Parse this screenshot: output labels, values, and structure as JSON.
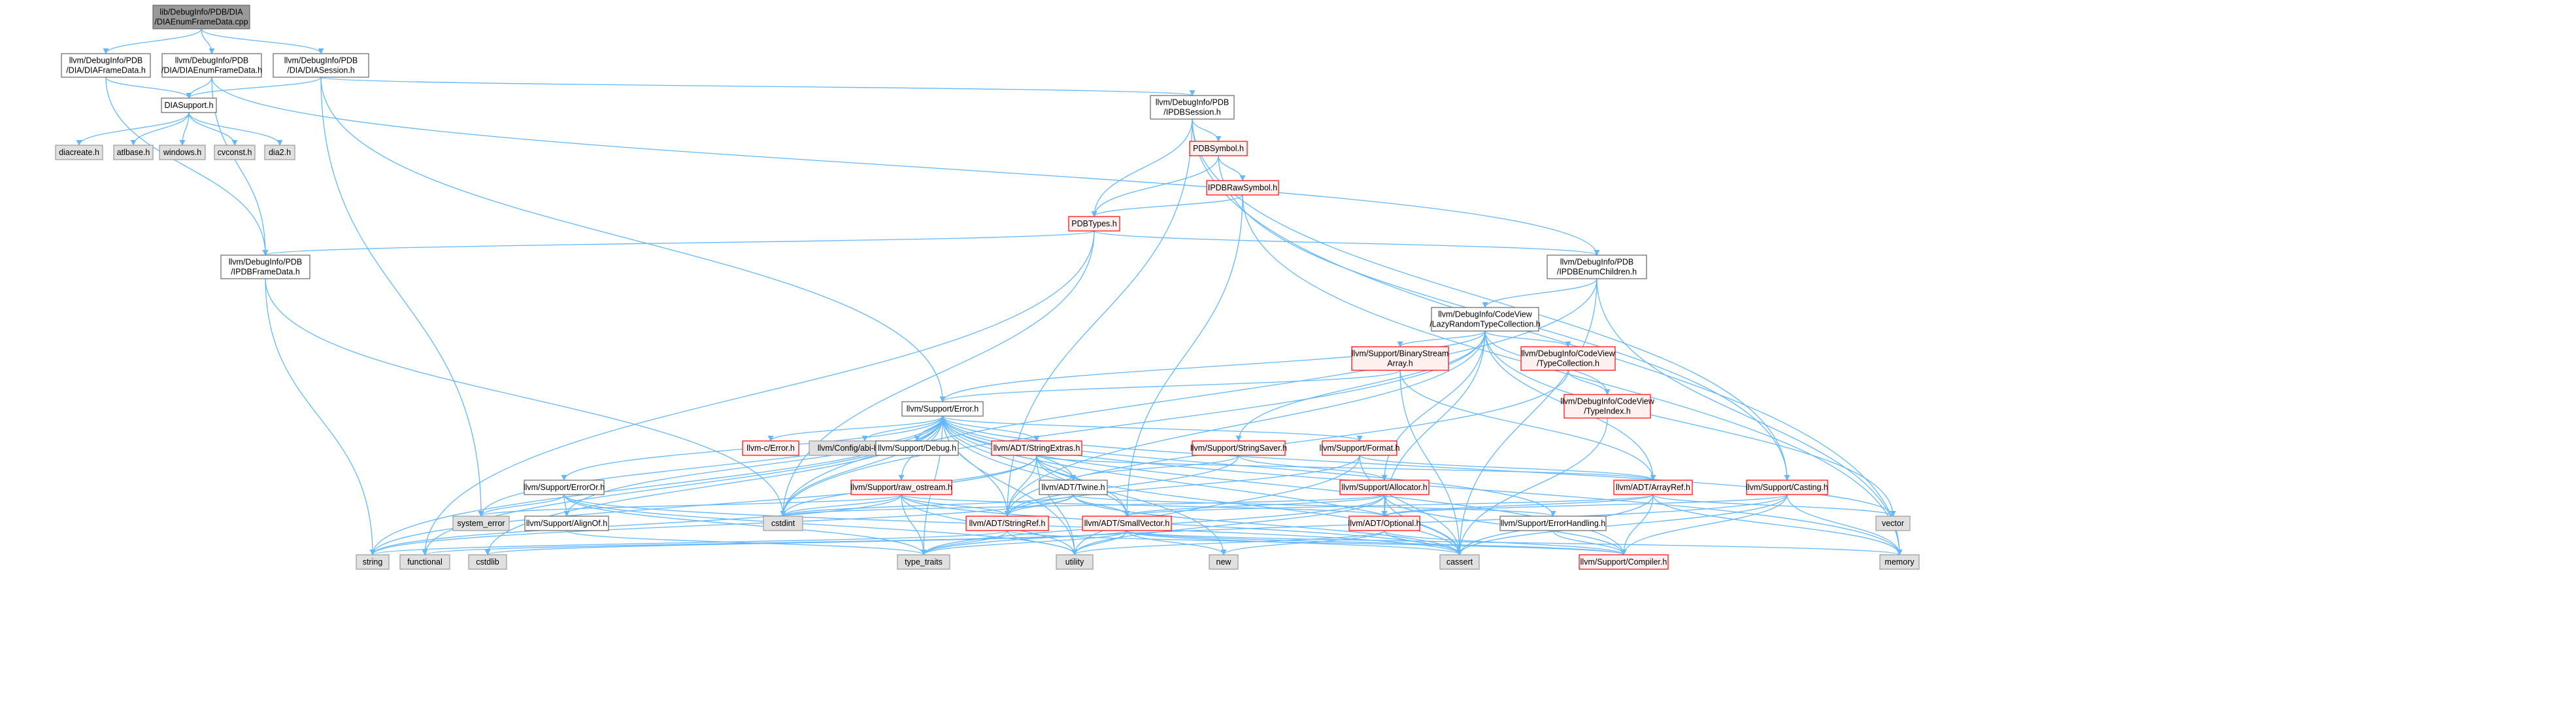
{
  "graph": {
    "colors": {
      "edge": "#63b8ff",
      "root_fill": "#999999",
      "root_stroke": "#666666",
      "normal_fill": "#ffffff",
      "normal_stroke": "#666666",
      "error_fill": "#fff0f0",
      "error_stroke": "#ff0000",
      "external_fill": "#e0e0e0",
      "external_stroke": "#999999"
    },
    "nodes": [
      {
        "id": "root",
        "kind": "root",
        "lines": [
          "lib/DebugInfo/PDB/DIA",
          "/DIAEnumFrameData.cpp"
        ]
      },
      {
        "id": "diaframedata",
        "kind": "normal",
        "lines": [
          "llvm/DebugInfo/PDB",
          "/DIA/DIAFrameData.h"
        ]
      },
      {
        "id": "diaenumframedata",
        "kind": "normal",
        "lines": [
          "llvm/DebugInfo/PDB",
          "/DIA/DIAEnumFrameData.h"
        ]
      },
      {
        "id": "diasession",
        "kind": "normal",
        "lines": [
          "llvm/DebugInfo/PDB",
          "/DIA/DIASession.h"
        ]
      },
      {
        "id": "diasupport",
        "kind": "normal",
        "lines": [
          "DIASupport.h"
        ]
      },
      {
        "id": "diacreate",
        "kind": "external",
        "lines": [
          "diacreate.h"
        ]
      },
      {
        "id": "atlbase",
        "kind": "external",
        "lines": [
          "atlbase.h"
        ]
      },
      {
        "id": "windows",
        "kind": "external",
        "lines": [
          "windows.h"
        ]
      },
      {
        "id": "cvconst",
        "kind": "external",
        "lines": [
          "cvconst.h"
        ]
      },
      {
        "id": "dia2",
        "kind": "external",
        "lines": [
          "dia2.h"
        ]
      },
      {
        "id": "ipdbsession",
        "kind": "normal",
        "lines": [
          "llvm/DebugInfo/PDB",
          "/IPDBSession.h"
        ]
      },
      {
        "id": "pdbsymbol",
        "kind": "error",
        "lines": [
          "PDBSymbol.h"
        ]
      },
      {
        "id": "ipdbrawsymbol",
        "kind": "error",
        "lines": [
          "IPDBRawSymbol.h"
        ]
      },
      {
        "id": "pdbtypes",
        "kind": "error",
        "lines": [
          "PDBTypes.h"
        ]
      },
      {
        "id": "ipdbframedata",
        "kind": "normal",
        "lines": [
          "llvm/DebugInfo/PDB",
          "/IPDBFrameData.h"
        ]
      },
      {
        "id": "ipdbenumchildren",
        "kind": "normal",
        "lines": [
          "llvm/DebugInfo/PDB",
          "/IPDBEnumChildren.h"
        ]
      },
      {
        "id": "lazyrandom",
        "kind": "normal",
        "lines": [
          "llvm/DebugInfo/CodeView",
          "/LazyRandomTypeCollection.h"
        ]
      },
      {
        "id": "binarystreamarray",
        "kind": "error",
        "lines": [
          "llvm/Support/BinaryStream",
          "Array.h"
        ]
      },
      {
        "id": "typecollection",
        "kind": "error",
        "lines": [
          "llvm/DebugInfo/CodeView",
          "/TypeCollection.h"
        ]
      },
      {
        "id": "typeindex",
        "kind": "error",
        "lines": [
          "llvm/DebugInfo/CodeView",
          "/TypeIndex.h"
        ]
      },
      {
        "id": "error",
        "kind": "normal",
        "lines": [
          "llvm/Support/Error.h"
        ]
      },
      {
        "id": "llvmc_error",
        "kind": "error",
        "lines": [
          "llvm-c/Error.h"
        ]
      },
      {
        "id": "abibreaking",
        "kind": "external",
        "lines": [
          "llvm/Config/abi-breaking.h"
        ]
      },
      {
        "id": "debug",
        "kind": "normal",
        "lines": [
          "llvm/Support/Debug.h"
        ]
      },
      {
        "id": "stringextras",
        "kind": "error",
        "lines": [
          "llvm/ADT/StringExtras.h"
        ]
      },
      {
        "id": "stringsaver",
        "kind": "error",
        "lines": [
          "llvm/Support/StringSaver.h"
        ]
      },
      {
        "id": "format",
        "kind": "error",
        "lines": [
          "llvm/Support/Format.h"
        ]
      },
      {
        "id": "erroror",
        "kind": "normal",
        "lines": [
          "llvm/Support/ErrorOr.h"
        ]
      },
      {
        "id": "rawostream",
        "kind": "error",
        "lines": [
          "llvm/Support/raw_ostream.h"
        ]
      },
      {
        "id": "twine",
        "kind": "normal",
        "lines": [
          "llvm/ADT/Twine.h"
        ]
      },
      {
        "id": "allocator",
        "kind": "error",
        "lines": [
          "llvm/Support/Allocator.h"
        ]
      },
      {
        "id": "arrayref",
        "kind": "error",
        "lines": [
          "llvm/ADT/ArrayRef.h"
        ]
      },
      {
        "id": "casting",
        "kind": "error",
        "lines": [
          "llvm/Support/Casting.h"
        ]
      },
      {
        "id": "systemerror",
        "kind": "external",
        "lines": [
          "system_error"
        ]
      },
      {
        "id": "alignof",
        "kind": "normal",
        "lines": [
          "llvm/Support/AlignOf.h"
        ]
      },
      {
        "id": "cstdint",
        "kind": "external",
        "lines": [
          "cstdint"
        ]
      },
      {
        "id": "stringref",
        "kind": "error",
        "lines": [
          "llvm/ADT/StringRef.h"
        ]
      },
      {
        "id": "smallvector",
        "kind": "error",
        "lines": [
          "llvm/ADT/SmallVector.h"
        ]
      },
      {
        "id": "optional",
        "kind": "error",
        "lines": [
          "llvm/ADT/Optional.h"
        ]
      },
      {
        "id": "errorhandling",
        "kind": "normal",
        "lines": [
          "llvm/Support/ErrorHandling.h"
        ]
      },
      {
        "id": "vector",
        "kind": "external",
        "lines": [
          "vector"
        ]
      },
      {
        "id": "string",
        "kind": "external",
        "lines": [
          "string"
        ]
      },
      {
        "id": "functional",
        "kind": "external",
        "lines": [
          "functional"
        ]
      },
      {
        "id": "cstdlib",
        "kind": "external",
        "lines": [
          "cstdlib"
        ]
      },
      {
        "id": "typetraits",
        "kind": "external",
        "lines": [
          "type_traits"
        ]
      },
      {
        "id": "utility",
        "kind": "external",
        "lines": [
          "utility"
        ]
      },
      {
        "id": "new",
        "kind": "external",
        "lines": [
          "new"
        ]
      },
      {
        "id": "cassert",
        "kind": "external",
        "lines": [
          "cassert"
        ]
      },
      {
        "id": "compiler",
        "kind": "error",
        "lines": [
          "llvm/Support/Compiler.h"
        ]
      },
      {
        "id": "memory",
        "kind": "external",
        "lines": [
          "memory"
        ]
      }
    ],
    "edges": [
      [
        "root",
        "diaframedata"
      ],
      [
        "root",
        "diaenumframedata"
      ],
      [
        "root",
        "diasession"
      ],
      [
        "diaframedata",
        "diasupport"
      ],
      [
        "diaframedata",
        "ipdbframedata"
      ],
      [
        "diaenumframedata",
        "diasupport"
      ],
      [
        "diaenumframedata",
        "ipdbframedata"
      ],
      [
        "diaenumframedata",
        "ipdbenumchildren"
      ],
      [
        "diasession",
        "diasupport"
      ],
      [
        "diasession",
        "ipdbsession"
      ],
      [
        "diasession",
        "error"
      ],
      [
        "diasession",
        "systemerror"
      ],
      [
        "diasupport",
        "diacreate"
      ],
      [
        "diasupport",
        "atlbase"
      ],
      [
        "diasupport",
        "windows"
      ],
      [
        "diasupport",
        "cvconst"
      ],
      [
        "diasupport",
        "dia2"
      ],
      [
        "ipdbsession",
        "pdbsymbol"
      ],
      [
        "ipdbsession",
        "pdbtypes"
      ],
      [
        "ipdbsession",
        "casting"
      ],
      [
        "ipdbsession",
        "stringref"
      ],
      [
        "ipdbsession",
        "memory"
      ],
      [
        "pdbsymbol",
        "ipdbrawsymbol"
      ],
      [
        "pdbsymbol",
        "pdbtypes"
      ],
      [
        "pdbsymbol",
        "casting"
      ],
      [
        "ipdbrawsymbol",
        "pdbtypes"
      ],
      [
        "ipdbrawsymbol",
        "smallvector"
      ],
      [
        "ipdbrawsymbol",
        "memory"
      ],
      [
        "pdbtypes",
        "ipdbframedata"
      ],
      [
        "pdbtypes",
        "ipdbenumchildren"
      ],
      [
        "pdbtypes",
        "cstdint"
      ],
      [
        "pdbtypes",
        "functional"
      ],
      [
        "ipdbframedata",
        "cstdint"
      ],
      [
        "ipdbframedata",
        "string"
      ],
      [
        "ipdbenumchildren",
        "lazyrandom"
      ],
      [
        "ipdbenumchildren",
        "cassert"
      ],
      [
        "ipdbenumchildren",
        "cstdint"
      ],
      [
        "ipdbenumchildren",
        "memory"
      ],
      [
        "lazyrandom",
        "binarystreamarray"
      ],
      [
        "lazyrandom",
        "typecollection"
      ],
      [
        "lazyrandom",
        "typeindex"
      ],
      [
        "lazyrandom",
        "arrayref"
      ],
      [
        "lazyrandom",
        "optional"
      ],
      [
        "lazyrandom",
        "stringref"
      ],
      [
        "lazyrandom",
        "allocator"
      ],
      [
        "lazyrandom",
        "error"
      ],
      [
        "lazyrandom",
        "stringsaver"
      ],
      [
        "lazyrandom",
        "cstdint"
      ],
      [
        "lazyrandom",
        "vector"
      ],
      [
        "binarystreamarray",
        "arrayref"
      ],
      [
        "binarystreamarray",
        "error"
      ],
      [
        "binarystreamarray",
        "cassert"
      ],
      [
        "typecollection",
        "stringref"
      ],
      [
        "typecollection",
        "typeindex"
      ],
      [
        "typeindex",
        "cassert"
      ],
      [
        "error",
        "llvmc_error"
      ],
      [
        "error",
        "abibreaking"
      ],
      [
        "error",
        "stringextras"
      ],
      [
        "error",
        "twine"
      ],
      [
        "error",
        "alignof"
      ],
      [
        "error",
        "compiler"
      ],
      [
        "error",
        "debug"
      ],
      [
        "error",
        "erroror"
      ],
      [
        "error",
        "errorhandling"
      ],
      [
        "error",
        "format"
      ],
      [
        "error",
        "rawostream"
      ],
      [
        "error",
        "cassert"
      ],
      [
        "error",
        "cstdint"
      ],
      [
        "error",
        "cstdlib"
      ],
      [
        "error",
        "functional"
      ],
      [
        "error",
        "memory"
      ],
      [
        "error",
        "new"
      ],
      [
        "error",
        "string"
      ],
      [
        "error",
        "systemerror"
      ],
      [
        "error",
        "typetraits"
      ],
      [
        "error",
        "utility"
      ],
      [
        "error",
        "vector"
      ],
      [
        "error",
        "smallvector"
      ],
      [
        "error",
        "stringref"
      ],
      [
        "stringextras",
        "arrayref"
      ],
      [
        "stringextras",
        "smallvector"
      ],
      [
        "stringextras",
        "stringref"
      ],
      [
        "stringextras",
        "twine"
      ],
      [
        "stringextras",
        "cassert"
      ],
      [
        "stringextras",
        "cstdint"
      ],
      [
        "stringextras",
        "string"
      ],
      [
        "stringextras",
        "utility"
      ],
      [
        "stringsaver",
        "allocator"
      ],
      [
        "stringsaver",
        "stringref"
      ],
      [
        "stringsaver",
        "twine"
      ],
      [
        "format",
        "arrayref"
      ],
      [
        "format",
        "stringref"
      ],
      [
        "format",
        "cassert"
      ],
      [
        "format",
        "utility"
      ],
      [
        "erroror",
        "alignof"
      ],
      [
        "erroror",
        "cassert"
      ],
      [
        "erroror",
        "systemerror"
      ],
      [
        "erroror",
        "typetraits"
      ],
      [
        "erroror",
        "utility"
      ],
      [
        "rawostream",
        "stringref"
      ],
      [
        "rawostream",
        "optional"
      ],
      [
        "rawostream",
        "cassert"
      ],
      [
        "rawostream",
        "cstdint"
      ],
      [
        "rawostream",
        "string"
      ],
      [
        "rawostream",
        "typetraits"
      ],
      [
        "rawostream",
        "systemerror"
      ],
      [
        "rawostream",
        "utility"
      ],
      [
        "twine",
        "smallvector"
      ],
      [
        "twine",
        "stringref"
      ],
      [
        "twine",
        "errorhandling"
      ],
      [
        "twine",
        "cassert"
      ],
      [
        "twine",
        "cstdint"
      ],
      [
        "twine",
        "string"
      ],
      [
        "allocator",
        "optional"
      ],
      [
        "allocator",
        "smallvector"
      ],
      [
        "allocator",
        "compiler"
      ],
      [
        "allocator",
        "cassert"
      ],
      [
        "allocator",
        "cstdint"
      ],
      [
        "allocator",
        "typetraits"
      ],
      [
        "allocator",
        "utility"
      ],
      [
        "arrayref",
        "optional"
      ],
      [
        "arrayref",
        "smallvector"
      ],
      [
        "arrayref",
        "compiler"
      ],
      [
        "arrayref",
        "vector"
      ],
      [
        "arrayref",
        "memory"
      ],
      [
        "arrayref",
        "cassert"
      ],
      [
        "casting",
        "optional"
      ],
      [
        "casting",
        "compiler"
      ],
      [
        "casting",
        "cassert"
      ],
      [
        "casting",
        "memory"
      ],
      [
        "casting",
        "typetraits"
      ],
      [
        "stringref",
        "compiler"
      ],
      [
        "stringref",
        "string"
      ],
      [
        "stringref",
        "typetraits"
      ],
      [
        "stringref",
        "utility"
      ],
      [
        "smallvector",
        "compiler"
      ],
      [
        "smallvector",
        "cassert"
      ],
      [
        "smallvector",
        "new"
      ],
      [
        "smallvector",
        "cstdlib"
      ],
      [
        "smallvector",
        "functional"
      ],
      [
        "smallvector",
        "typetraits"
      ],
      [
        "smallvector",
        "utility"
      ],
      [
        "smallvector",
        "memory"
      ],
      [
        "optional",
        "compiler"
      ],
      [
        "optional",
        "cassert"
      ],
      [
        "optional",
        "new"
      ],
      [
        "optional",
        "utility"
      ],
      [
        "errorhandling",
        "compiler"
      ],
      [
        "alignof",
        "typetraits"
      ]
    ]
  }
}
